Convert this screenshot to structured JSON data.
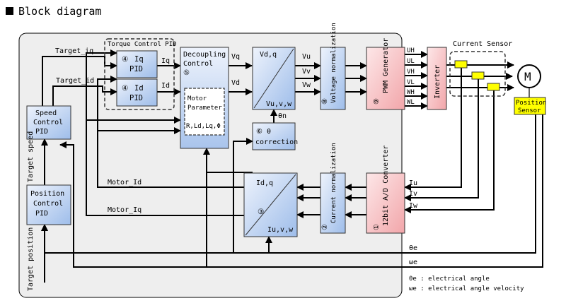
{
  "title": "Block diagram",
  "blocks": {
    "torque_pid_group": "Torque Control PID",
    "iq_pid": {
      "num": "④",
      "line1": "Iq",
      "line2": "PID"
    },
    "id_pid": {
      "num": "④",
      "line1": "Id",
      "line2": "PID"
    },
    "speed_pid": {
      "line1": "Speed",
      "line2": "Control",
      "line3": "PID"
    },
    "position_pid": {
      "line1": "Position",
      "line2": "Control",
      "line3": "PID"
    },
    "decoupling": {
      "line1": "Decoupling",
      "line2": "Control",
      "num": "⑤"
    },
    "motor_param": {
      "line1": "Motor",
      "line2": "Parameter",
      "line3": "R,Ld,Lq,Φ"
    },
    "vdq_to_uvw": {
      "top": "Vd,q",
      "bottom": "Vu,v,w"
    },
    "theta_corr": {
      "line1": "⑥ θ",
      "line2": "correction"
    },
    "volt_norm": {
      "text": "Voltage normalization",
      "num": "⑧"
    },
    "pwm": {
      "text": "PWM Generator",
      "num": "⑨"
    },
    "inverter": "Inverter",
    "idq_from_uvw": {
      "top": "Id,q",
      "num": "③",
      "bottom": "Iu,v,w"
    },
    "curr_norm": {
      "text": "Current normalization",
      "num": "②"
    },
    "adc": {
      "text": "12bit A/D Converter",
      "num": "①"
    },
    "motor": "M",
    "position_sensor": {
      "line1": "Position",
      "line2": "Sensor"
    },
    "current_sensor": "Current Sensor"
  },
  "signals": {
    "target_iq": "Target_iq",
    "target_id": "Target_id",
    "iq": "Iq",
    "id": "Id",
    "vq": "Vq",
    "vd": "Vd",
    "vu": "Vu",
    "vv": "Vv",
    "vw": "Vw",
    "theta_n": "θn",
    "motor_id": "Motor_Id",
    "motor_iq": "Motor_Iq",
    "iu": "Iu",
    "iv": "Iv",
    "iw": "Iw",
    "uh": "UH",
    "ul": "UL",
    "vh": "VH",
    "vl": "VL",
    "wh": "WH",
    "wl": "WL",
    "theta_e": "θe",
    "omega_e": "ωe",
    "target_speed": "Target speed",
    "target_position": "Target position"
  },
  "legend": {
    "theta_e": "θe : electrical angle",
    "omega_e": "ωe : electrical angle velocity"
  },
  "colors": {
    "panel": "#eeeeee",
    "block_blue": "#c9daf5",
    "block_pink": "#f6c6c8",
    "sensor_yellow": "#ffff00"
  }
}
